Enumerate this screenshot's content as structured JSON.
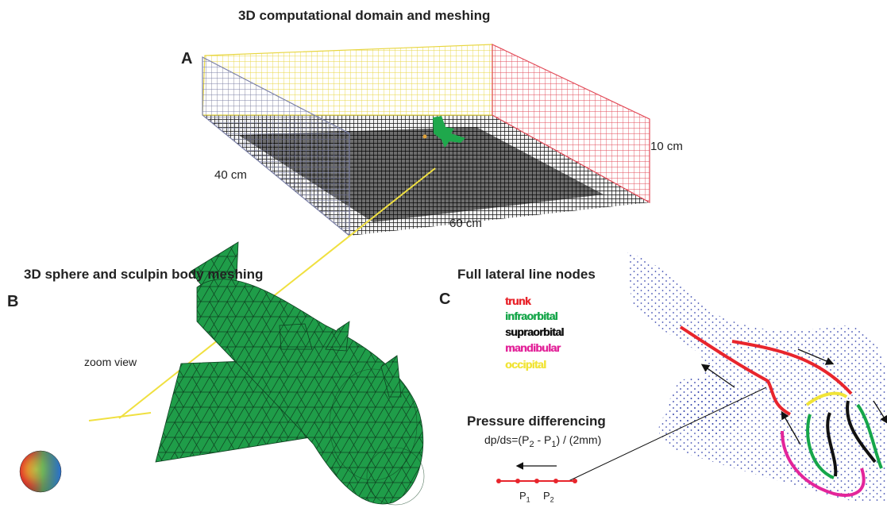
{
  "panels": {
    "a": {
      "title": "3D computational domain and meshing",
      "letter": "A",
      "dimensions": {
        "width": "40 cm",
        "length": "60 cm",
        "height": "10 cm"
      },
      "colors": {
        "back_wall": "#f3e55a",
        "right_wall": "#e8505a",
        "left_wall": "#7b7fa6",
        "floor": "#111111",
        "zoom_line": "#f0e040",
        "fish": "#1fa84c"
      }
    },
    "b": {
      "title": "3D sphere and sculpin body meshing",
      "letter": "B",
      "zoom_label": "zoom view",
      "colors": {
        "body": "#1e9c48",
        "mesh": "#0c3d1c"
      }
    },
    "c": {
      "title": "Full lateral line nodes",
      "letter": "C",
      "legend": [
        {
          "label": "trunk",
          "color": "#e8252c"
        },
        {
          "label": "infraorbital",
          "color": "#16a64a"
        },
        {
          "label": "supraorbital",
          "color": "#111111"
        },
        {
          "label": "mandibular",
          "color": "#e3259a"
        },
        {
          "label": "occipital",
          "color": "#f1e437"
        }
      ],
      "node_color": "#2b3aa8",
      "pressure": {
        "title": "Pressure differencing",
        "formula": {
          "prefix": "dp/ds=(P",
          "sub2": "2",
          "mid": " - P",
          "sub1": "1",
          "suffix": ") / (2mm)"
        },
        "p1": {
          "base": "P",
          "sub": "1"
        },
        "p2": {
          "base": "P",
          "sub": "2"
        }
      }
    }
  }
}
